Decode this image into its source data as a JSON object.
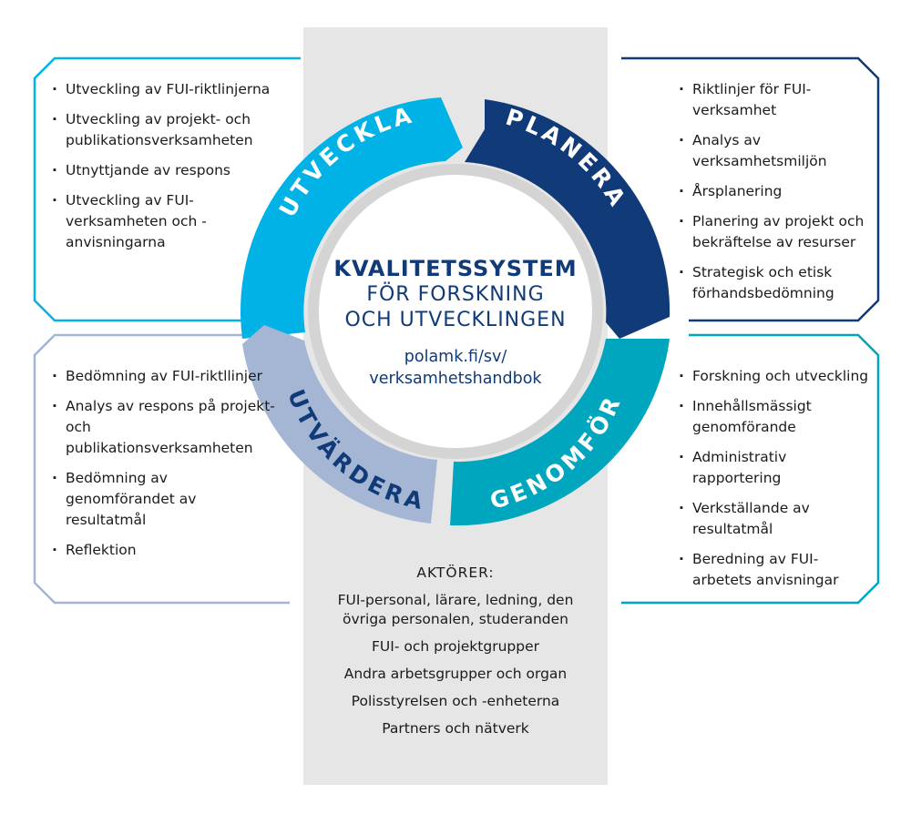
{
  "center": {
    "title": "KVALITETSSYSTEM",
    "subtitle_line1": "FÖR FORSKNING",
    "subtitle_line2": "OCH UTVECKLINGEN",
    "url_line1": "polamk.fi/sv/",
    "url_line2": "verksamhetshandbok"
  },
  "phases": {
    "utveckla": {
      "label": "UTVECKLA",
      "color": "#00b2e6",
      "items": [
        "Utveckling av FUI-riktlinjerna",
        "Utveckling av projekt- och publikationsverksamheten",
        "Utnyttjande av respons",
        "Utveckling av FUI-verksamheten och -anvisningarna"
      ]
    },
    "planera": {
      "label": "PLANERA",
      "color": "#103a78",
      "items": [
        "Riktlinjer för FUI-verksamhet",
        "Analys av verksamhetsmiljön",
        "Årsplanering",
        "Planering av projekt och bekräftelse av resurser",
        "Strategisk och etisk förhandsbedömning"
      ]
    },
    "genomfor": {
      "label": "GENOMFÖR",
      "color": "#00a5be",
      "items": [
        "Forskning och utveckling",
        "Innehållsmässigt genomförande",
        "Administrativ rapportering",
        "Verkställande av resultatmål",
        "Beredning av FUI-arbetets anvisningar"
      ]
    },
    "utvardera": {
      "label": "UTVÄRDERA",
      "color": "#a4b6d4",
      "items": [
        "Bedömning av FUI-riktllinjer",
        "Analys av respons på projekt- och publikationsverksamheten",
        "Bedömning av genomförandet av resultatmål",
        "Reflektion"
      ]
    }
  },
  "actors": {
    "heading": "AKTÖRER:",
    "items": [
      "FUI-personal, lärare, ledning, den övriga personalen, studeranden",
      "FUI- och projektgrupper",
      "Andra arbetsgrupper och organ",
      "Polisstyrelsen och -enheterna",
      "Partners och nätverk"
    ]
  },
  "colors": {
    "center_panel": "#e6e6e6",
    "inner_ring": "#d4d4d4",
    "heading_text": "#103a78"
  }
}
